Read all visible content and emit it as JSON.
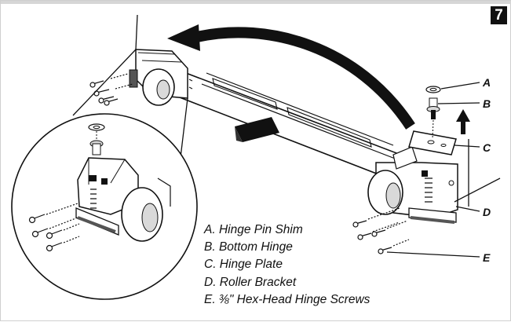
{
  "step_number": "7",
  "callouts": {
    "a": "A",
    "b": "B",
    "c": "C",
    "d": "D",
    "e": "E"
  },
  "legend": [
    "A. Hinge Pin Shim",
    "B. Bottom Hinge",
    "C. Hinge Plate",
    "D. Roller Bracket",
    "E. ⅜\" Hex-Head Hinge Screws"
  ],
  "colors": {
    "ink": "#111111",
    "shade": "#d9d9d9",
    "dark_shade": "#555555"
  }
}
